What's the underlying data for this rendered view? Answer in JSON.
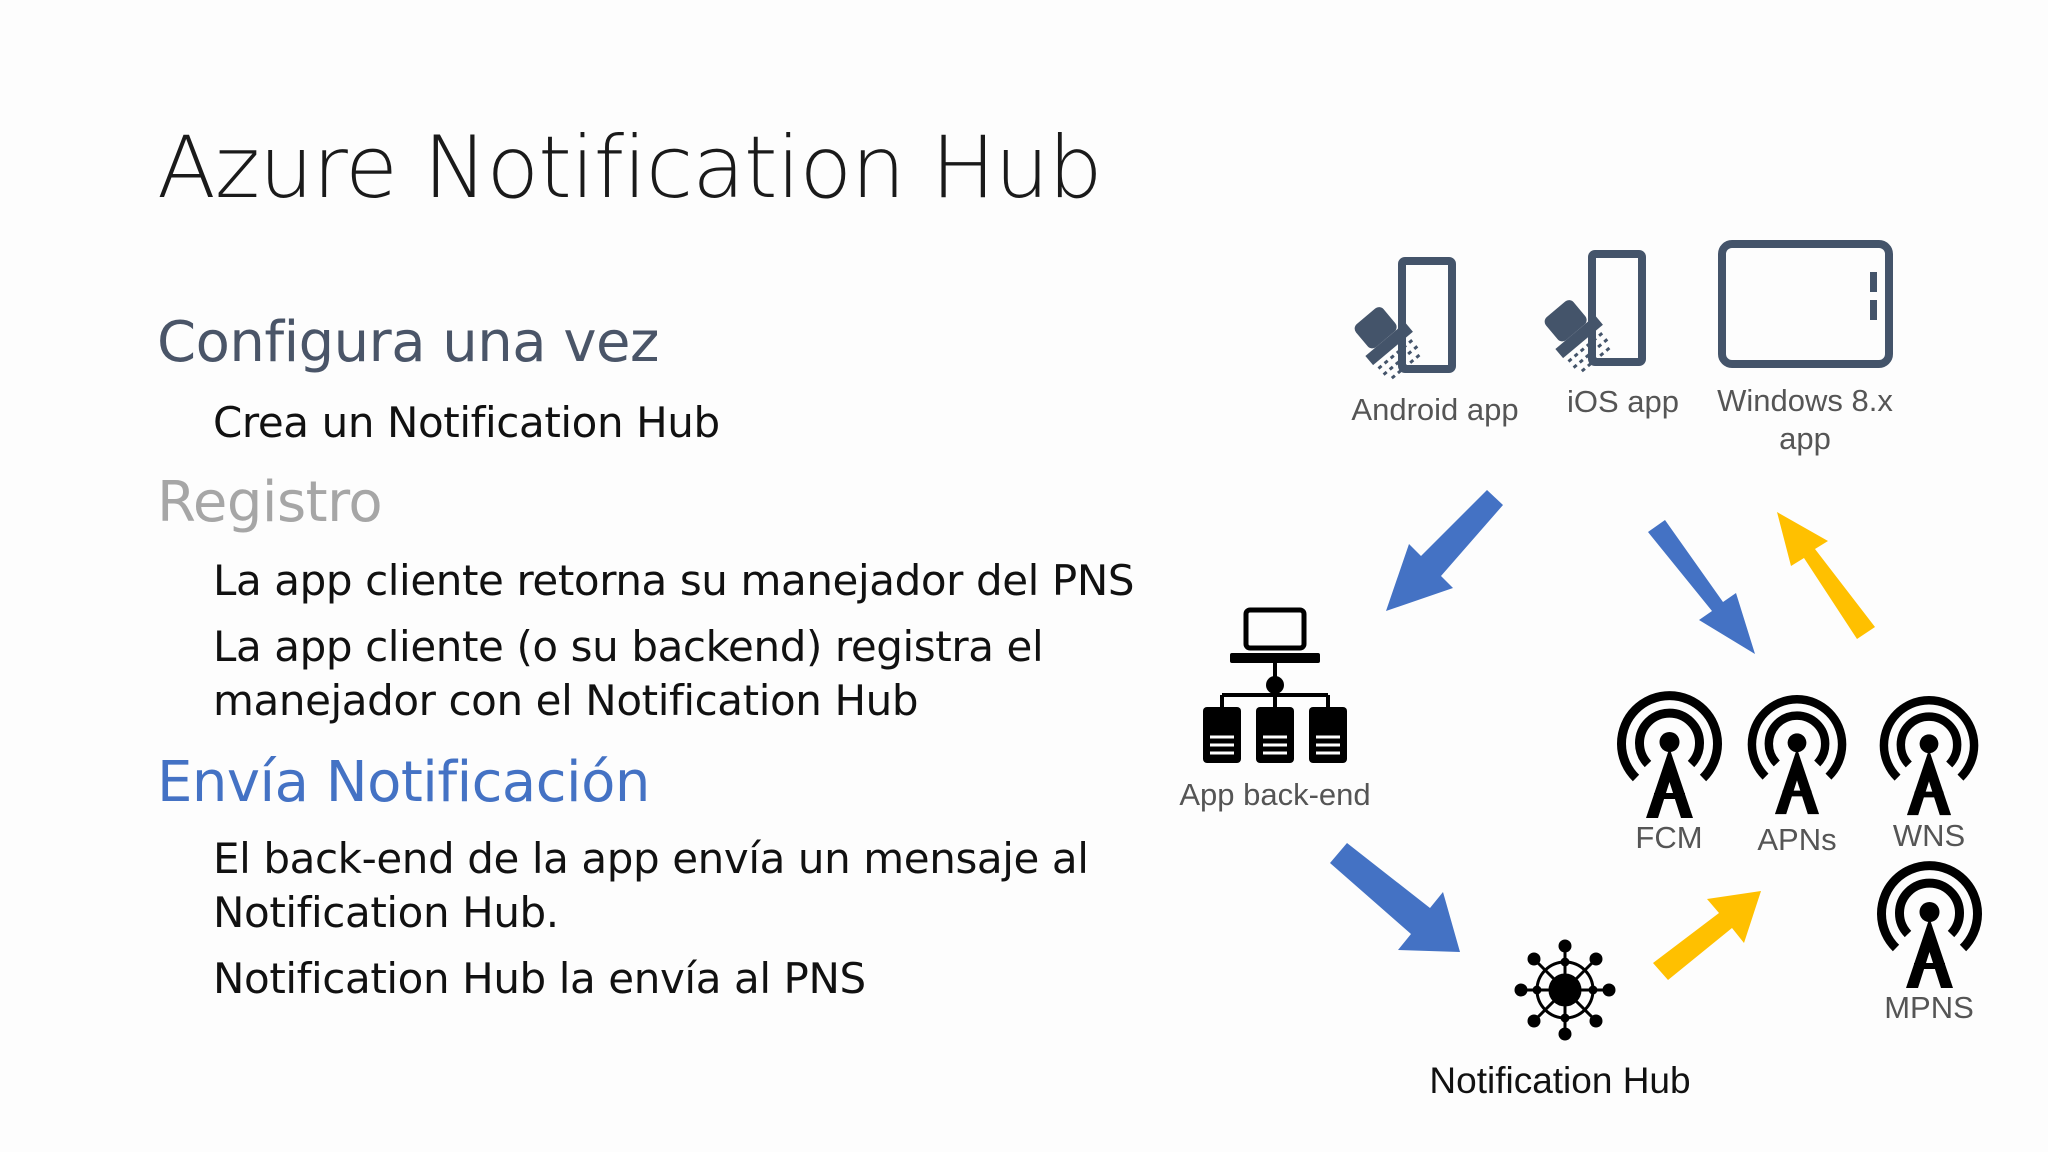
{
  "slide": {
    "title": "Azure Notification Hub"
  },
  "sections": [
    {
      "heading": "Configura una vez",
      "color": "#4a5568",
      "bullets": [
        "Crea un Notification Hub"
      ]
    },
    {
      "heading": "Registro",
      "color": "#a6a6a6",
      "bullets": [
        "La app cliente retorna su manejador del PNS",
        "La app cliente (o su backend) registra el",
        "manejador con el Notification Hub"
      ]
    },
    {
      "heading": "Envía Notificación",
      "color": "#4472c4",
      "bullets": [
        "El back-end de la app envía un mensaje al",
        "Notification Hub.",
        "Notification Hub la envía al PNS"
      ]
    }
  ],
  "diagram": {
    "devices": [
      {
        "label": "Android app",
        "icon": "phone-touch-icon"
      },
      {
        "label": "iOS app",
        "icon": "phone-touch-icon"
      },
      {
        "label_line1": "Windows 8.x",
        "label_line2": "app",
        "icon": "tablet-icon"
      }
    ],
    "backend": {
      "label": "App back-end",
      "icon": "server-network-icon"
    },
    "hub": {
      "label": "Notification Hub",
      "icon": "hub-network-icon"
    },
    "services": [
      {
        "label": "FCM",
        "icon": "antenna-icon"
      },
      {
        "label": "APNs",
        "icon": "antenna-icon"
      },
      {
        "label": "WNS",
        "icon": "antenna-icon"
      },
      {
        "label": "MPNS",
        "icon": "antenna-icon"
      }
    ],
    "colors": {
      "blue_arrow": "#4472c4",
      "yellow_arrow": "#ffc000",
      "device_icon": "#44546a"
    }
  }
}
